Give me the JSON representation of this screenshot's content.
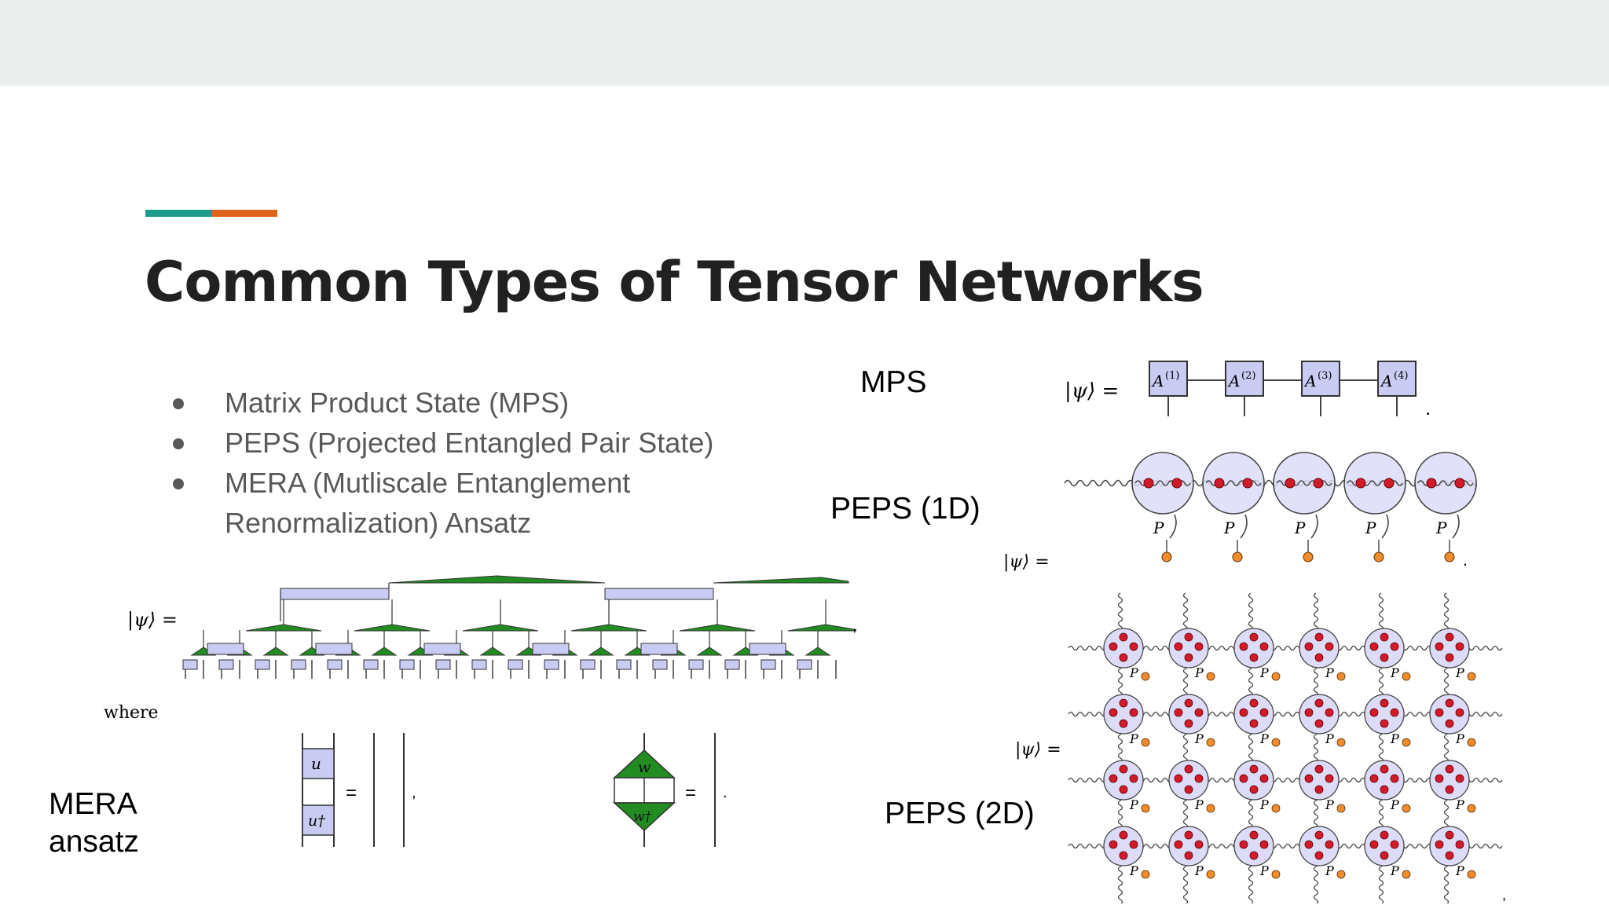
{
  "slide": {
    "title": "Common Types of Tensor Networks",
    "accent_colors": [
      "#1e9b8a",
      "#e0631b"
    ],
    "bullets": [
      "Matrix Product State (MPS)",
      "PEPS (Projected Entangled Pair State)",
      "MERA (Mutliscale Entanglement Renormalization) Ansatz"
    ]
  },
  "labels": {
    "mps": "MPS",
    "peps_1d": "PEPS (1D)",
    "peps_2d": "PEPS (2D)",
    "mera_line1": "MERA",
    "mera_line2": "ansatz"
  },
  "figures": {
    "psi_eq": "|ψ⟩ =",
    "mps": {
      "tensors": [
        "A(1)",
        "A(2)",
        "A(3)",
        "A(4)"
      ],
      "tensor_symbol": "A",
      "superscripts": [
        "(1)",
        "(2)",
        "(3)",
        "(4)"
      ],
      "fill_color": "#c9cbf3"
    },
    "peps1d": {
      "site_count": 5,
      "projector_label": "P",
      "site_color": "#dcdcf8",
      "dot_color": "#d11a2a",
      "leg_color": "#f08c2c"
    },
    "peps2d": {
      "rows": 4,
      "cols": 6,
      "projector_label": "P"
    },
    "mera": {
      "where_text": "where",
      "unitary_u": "u",
      "unitary_u_dagger": "u†",
      "isometry_w": "w",
      "isometry_w_dagger": "w†",
      "disentangler_color": "#c9cbf3",
      "isometry_color": "#228b22"
    }
  }
}
